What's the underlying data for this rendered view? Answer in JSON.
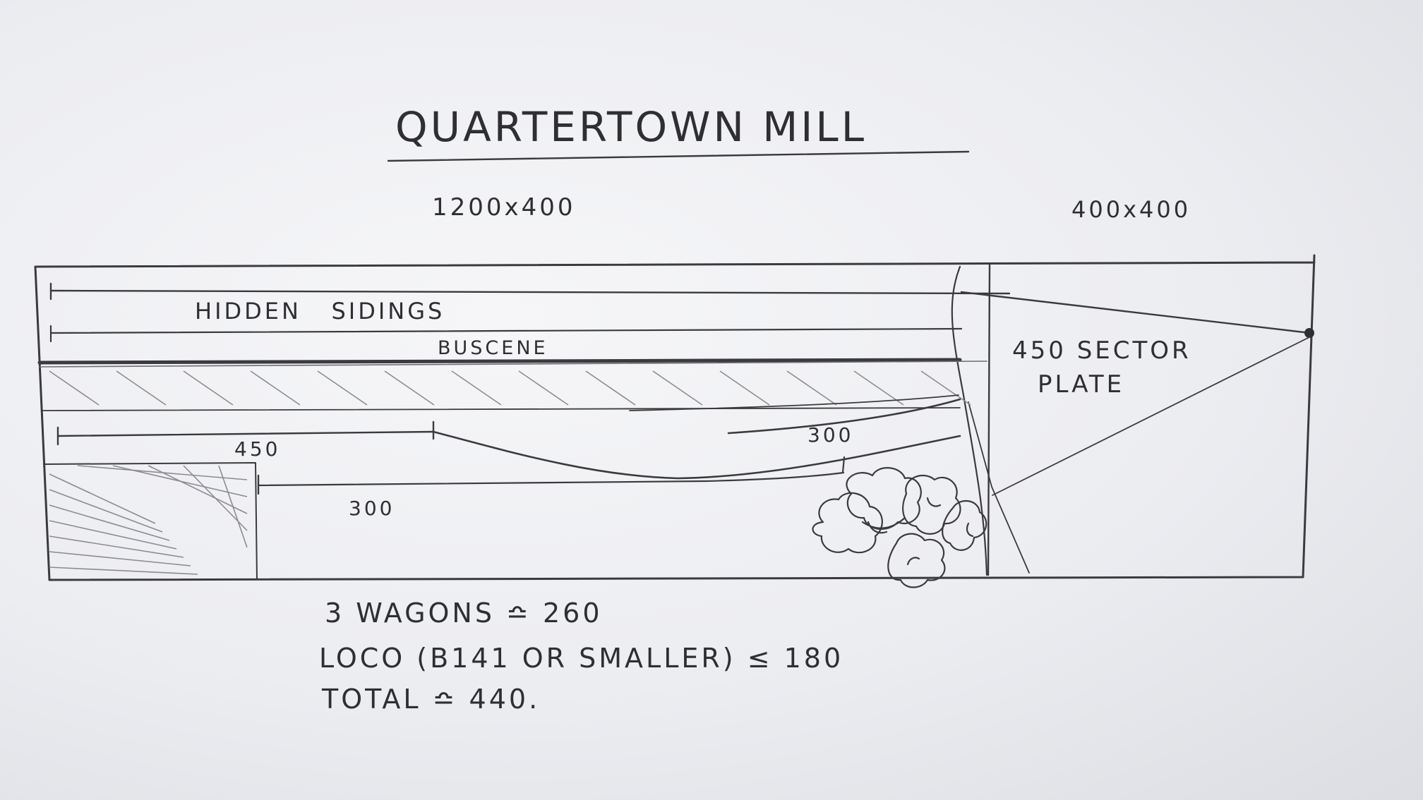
{
  "title": "QUARTERTOWN MILL",
  "boards": {
    "left": "1200x400",
    "right": "400x400"
  },
  "labels": {
    "hidden_sidings": "HIDDEN   SIDINGS",
    "buscene": "BUSCENE",
    "sector_plate_line1": "450 SECTOR",
    "sector_plate_line2": "PLATE",
    "siding_450": "450",
    "siding_300_right": "300",
    "siding_300_lower": "300"
  },
  "notes": [
    "3 WAGONS ≏ 260",
    "LOCO (B141 OR SMALLER) ≤ 180",
    "TOTAL ≏ 440."
  ],
  "colors": {
    "paper": "#f2f2f5",
    "pencil": "#3b3b3f"
  }
}
